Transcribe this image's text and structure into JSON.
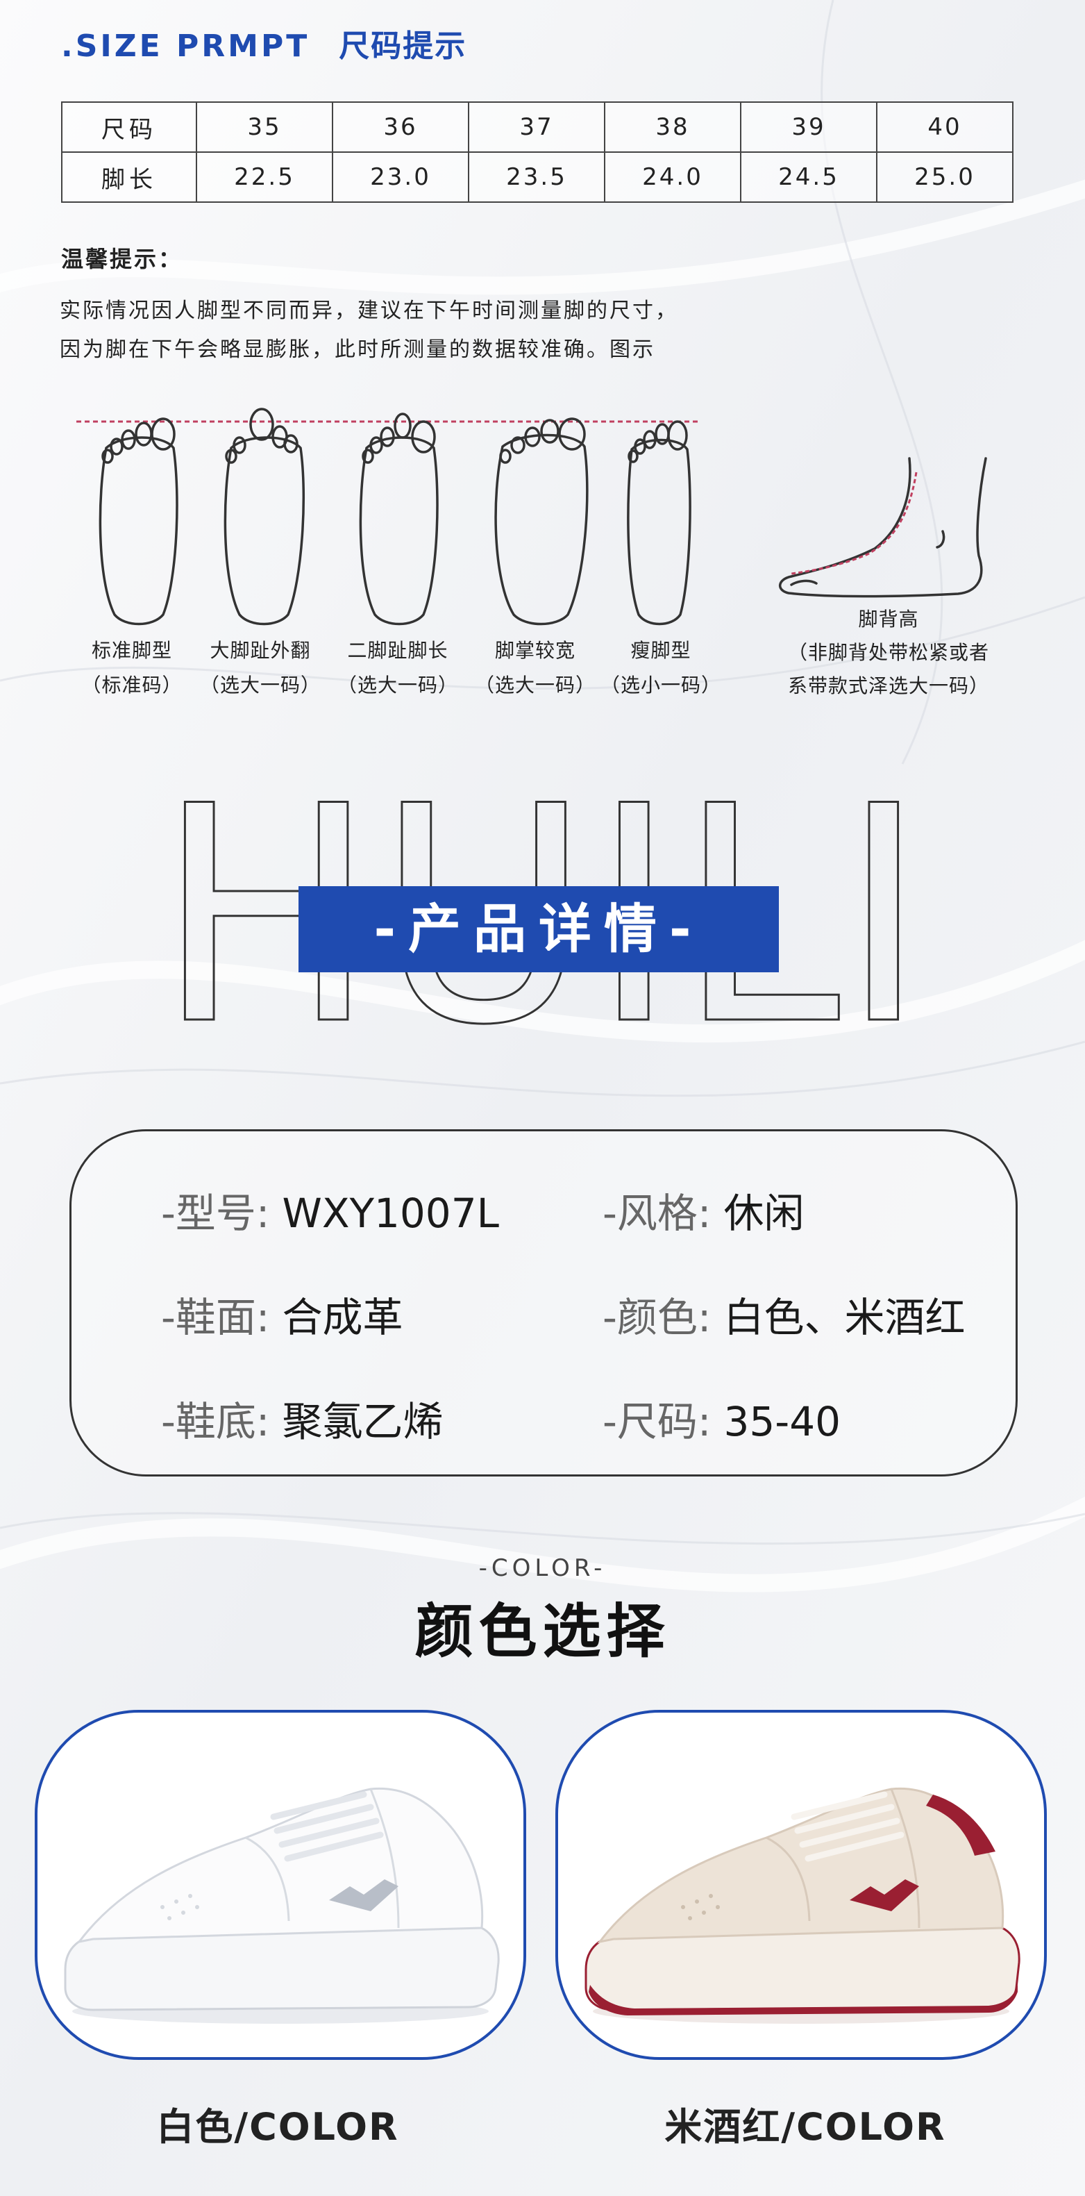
{
  "size_prompt": {
    "title_en": ".SIZE PRMPT",
    "title_cn": "尺码提示",
    "table": {
      "row_labels": [
        "尺码",
        "脚长"
      ],
      "sizes": [
        "35",
        "36",
        "37",
        "38",
        "39",
        "40"
      ],
      "lengths": [
        "22.5",
        "23.0",
        "23.5",
        "24.0",
        "24.5",
        "25.0"
      ]
    },
    "tip_title": "温馨提示：",
    "tip_lines": [
      "实际情况因人脚型不同而异，建议在下午时间测量脚的尺寸，",
      "因为脚在下午会略显膨胀，此时所测量的数据较准确。图示"
    ]
  },
  "foot_types": [
    {
      "name": "标准脚型",
      "advice": "（标准码）"
    },
    {
      "name": "大脚趾外翻",
      "advice": "（选大一码）"
    },
    {
      "name": "二脚趾脚长",
      "advice": "（选大一码）"
    },
    {
      "name": "脚掌较宽",
      "advice": "（选大一码）"
    },
    {
      "name": "瘦脚型",
      "advice": "（选小一码）"
    }
  ],
  "instep": {
    "name": "脚背高",
    "note_line1": "（非脚背处带松紧或者",
    "note_line2": "系带款式泽选大一码）"
  },
  "brand": {
    "watermark": "HUILI",
    "banner": "-产品详情-"
  },
  "product_info": [
    {
      "label": "-型号:",
      "value": "WXY1007L"
    },
    {
      "label": "-风格:",
      "value": "休闲"
    },
    {
      "label": "-鞋面:",
      "value": "合成革"
    },
    {
      "label": "-颜色:",
      "value": "白色、米酒红"
    },
    {
      "label": "-鞋底:",
      "value": "聚氯乙烯"
    },
    {
      "label": "-尺码:",
      "value": "35-40"
    }
  ],
  "color_section": {
    "title_en": "-COLOR-",
    "title_cn": "颜色选择",
    "options": [
      {
        "label": "白色/COLOR",
        "accent": "#b8bec8"
      },
      {
        "label": "米酒红/COLOR",
        "accent": "#9a1f32"
      }
    ]
  },
  "colors": {
    "brand_blue": "#1f4bb0",
    "burgundy": "#9a1f32"
  }
}
